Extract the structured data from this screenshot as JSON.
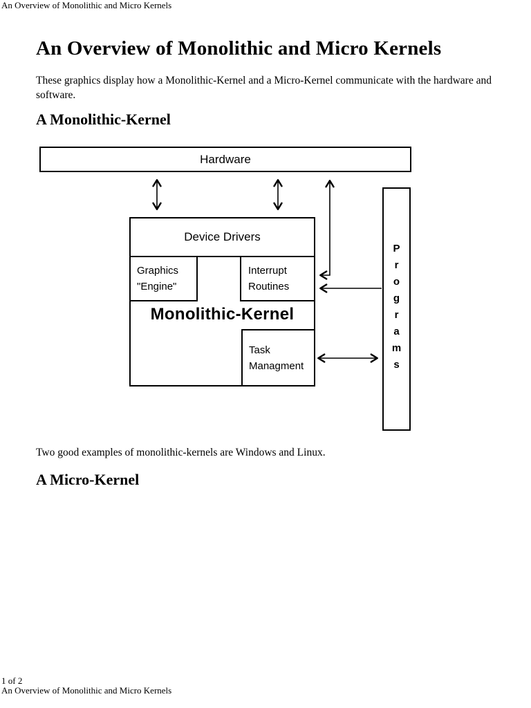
{
  "page": {
    "top_header": "An Overview of Monolithic and Micro Kernels",
    "footer_page_number": "1 of 2",
    "footer_title": "An Overview of Monolithic and Micro Kernels"
  },
  "article": {
    "title": "An Overview of Monolithic and Micro Kernels",
    "intro": "These graphics display how a Monolithic-Kernel and a Micro-Kernel communicate with the hardware and software.",
    "monolithic_heading": "A Monolithic-Kernel",
    "monolithic_caption": "Two good examples of monolithic-kernels are Windows and Linux.",
    "micro_heading": "A Micro-Kernel"
  },
  "diagram": {
    "hardware_label": "Hardware",
    "device_drivers_label": "Device Drivers",
    "graphics_engine_label": "Graphics \"Engine\"",
    "interrupt_routines_label": "Interrupt Routines",
    "kernel_label": "Monolithic-Kernel",
    "task_management_label": "Task Managment",
    "programs_label": "Programs",
    "arrows": {
      "hardware_device_drivers_left": "bidirectional vertical",
      "hardware_device_drivers_right": "bidirectional vertical",
      "interrupt_hardware_elbow": "bidirectional elbow up",
      "programs_to_interrupt": "points left",
      "task_programs": "bidirectional horizontal"
    }
  },
  "colors": {
    "background": "#ffffff",
    "text": "#000000",
    "line": "#000000"
  }
}
